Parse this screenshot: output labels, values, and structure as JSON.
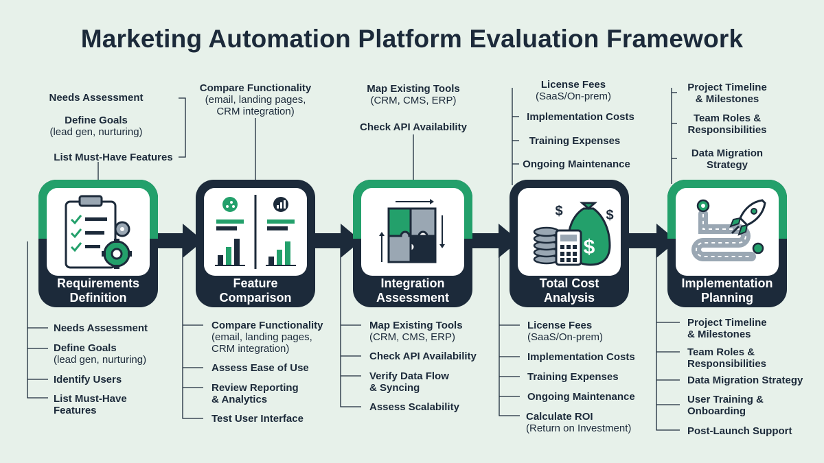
{
  "title": "Marketing Automation Platform Evaluation Framework",
  "stages": [
    {
      "label1": "Requirements",
      "label2": "Definition",
      "icon": "clipboard-gear-icon",
      "top": [
        {
          "b": "Needs Assessment"
        },
        {
          "b": "Define Goals",
          "n": "(lead gen, nurturing)"
        },
        {
          "b": "List Must-Have Features"
        }
      ],
      "bottom": [
        {
          "b": "Needs Assessment"
        },
        {
          "b": "Define Goals",
          "n": "(lead gen, nurturing)"
        },
        {
          "b": "Identify Users"
        },
        {
          "b": "List Must-Have",
          "b2": "Features"
        }
      ]
    },
    {
      "label1": "Feature",
      "label2": "Comparison",
      "icon": "comparison-charts-icon",
      "top": [
        {
          "b": "Compare Functionality",
          "n": "(email, landing pages,",
          "n2": "CRM integration)"
        }
      ],
      "bottom": [
        {
          "b": "Compare Functionality",
          "n": "(email, landing pages,",
          "n2": "CRM integration)"
        },
        {
          "b": "Assess Ease of Use"
        },
        {
          "b": "Review Reporting",
          "b2": "& Analytics"
        },
        {
          "b": "Test User Interface"
        }
      ]
    },
    {
      "label1": "Integration",
      "label2": "Assessment",
      "icon": "puzzle-sync-icon",
      "top": [
        {
          "b": "Map Existing Tools",
          "n": "(CRM, CMS, ERP)"
        },
        {
          "b": "Check API Availability"
        }
      ],
      "bottom": [
        {
          "b": "Map Existing Tools",
          "n": "(CRM, CMS, ERP)"
        },
        {
          "b": "Check API Availability"
        },
        {
          "b": "Verify Data Flow",
          "b2": "& Syncing"
        },
        {
          "b": "Assess Scalability"
        }
      ]
    },
    {
      "label1": "Total Cost",
      "label2": "Analysis",
      "icon": "money-calculator-icon",
      "top": [
        {
          "b": "License Fees",
          "n": "(SaaS/On-prem)"
        },
        {
          "b": "Implementation Costs"
        },
        {
          "b": "Training Expenses"
        },
        {
          "b": "Ongoing Maintenance"
        }
      ],
      "bottom": [
        {
          "b": "License Fees",
          "n": "(SaaS/On-prem)"
        },
        {
          "b": "Implementation Costs"
        },
        {
          "b": "Training Expenses"
        },
        {
          "b": "Ongoing Maintenance"
        },
        {
          "b": "Calculate ROI",
          "n": "(Return on Investment)"
        }
      ]
    },
    {
      "label1": "Implementation",
      "label2": "Planning",
      "icon": "roadmap-rocket-icon",
      "top": [
        {
          "b": "Project Timeline",
          "b2": "& Milestones"
        },
        {
          "b": "Team Roles &",
          "b2": "Responsibilities"
        },
        {
          "b": "Data Migration",
          "b2": "Strategy"
        }
      ],
      "bottom": [
        {
          "b": "Project Timeline",
          "b2": "& Milestones"
        },
        {
          "b": "Team Roles &",
          "b2": "Responsibilities"
        },
        {
          "b": "Data Migration Strategy"
        },
        {
          "b": "User Training &",
          "b2": "Onboarding"
        },
        {
          "b": "Post-Launch Support"
        }
      ]
    }
  ],
  "colors": {
    "navy": "#1c2a3a",
    "green": "#23a06b",
    "background": "#e7f1ea",
    "card_inner": "#ffffff"
  }
}
